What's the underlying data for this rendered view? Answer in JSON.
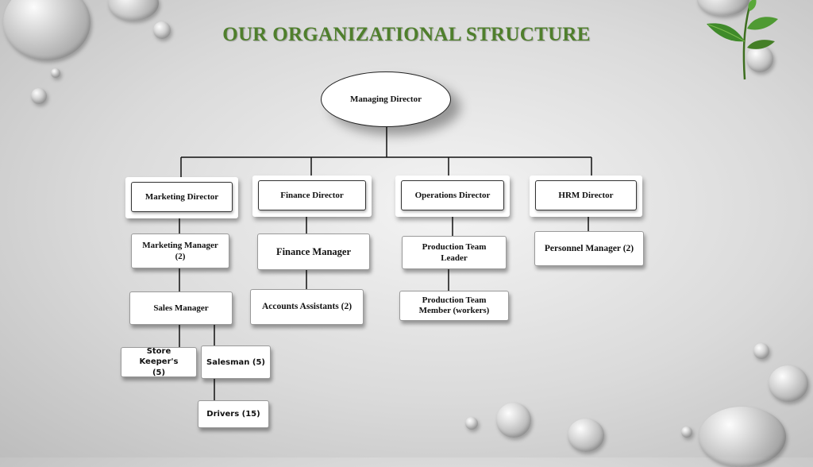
{
  "title": "OUR ORGANIZATIONAL STRUCTURE",
  "nodes": {
    "managing_director": "Managing Director",
    "marketing_director": "Marketing Director",
    "finance_director": "Finance Director",
    "operations_director": "Operations Director",
    "hrm_director": "HRM Director",
    "marketing_manager": "Marketing Manager (2)",
    "finance_manager": "Finance Manager",
    "production_team_leader": "Production Team Leader",
    "personnel_manager": "Personnel Manager (2)",
    "sales_manager": "Sales Manager",
    "accounts_assistants": "Accounts Assistants (2)",
    "production_team_member": "Production Team Member (workers)",
    "store_keepers": "Store Keeper's (5)",
    "salesman": "Salesman (5)",
    "drivers": "Drivers (15)"
  },
  "colors": {
    "title": "#4f7f2c",
    "leaf": "#3f8a2a"
  },
  "decor": {
    "leaf_icon": "tea-leaf-icon",
    "drop_icon": "water-drop-icon"
  }
}
